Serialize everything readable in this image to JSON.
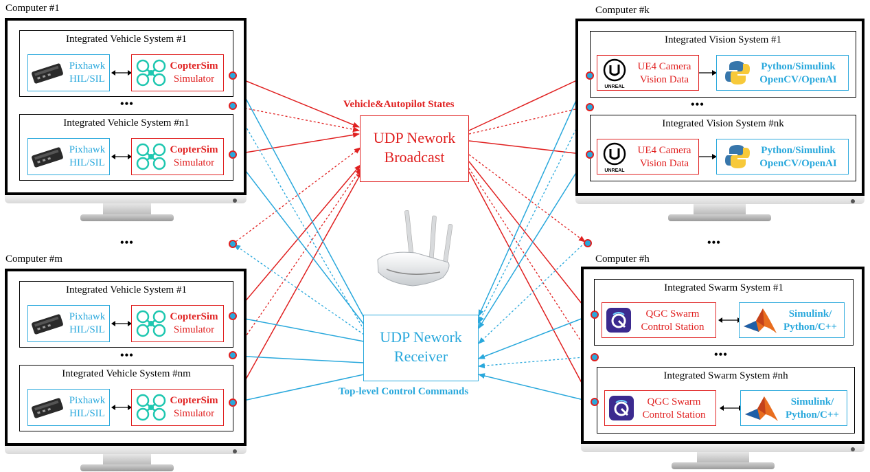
{
  "computers": {
    "c1": {
      "title": "Computer #1",
      "dots": "•••"
    },
    "cm": {
      "title": "Computer #m",
      "dots": "•••"
    },
    "ck": {
      "title": "Computer #k",
      "dots": "•••"
    },
    "ch": {
      "title": "Computer #h",
      "dots": "•••"
    }
  },
  "vehicle_systems": {
    "c1_s1": "Integrated Vehicle System #1",
    "c1_sn": "Integrated Vehicle System #n1",
    "cm_s1": "Integrated Vehicle System #1",
    "cm_sn": "Integrated Vehicle System #nm"
  },
  "vision_systems": {
    "s1": "Integrated Vision System #1",
    "sn": "Integrated Vision System #nk"
  },
  "swarm_systems": {
    "s1": "Integrated Swarm System #1",
    "sn": "Integrated Swarm System #nh"
  },
  "pixhawk": {
    "line1": "Pixhawk",
    "line2": "HIL/SIL"
  },
  "coptersim": {
    "line1": "CopterSim",
    "line2": "Simulator"
  },
  "ue4": {
    "line1": "UE4 Camera",
    "line2": "Vision  Data",
    "logo": "UNREAL"
  },
  "python": {
    "line1": "Python/Simulink",
    "line2": "OpenCV/OpenAI"
  },
  "qgc": {
    "line1": "QGC Swarm",
    "line2": "Control Station"
  },
  "simulink": {
    "line1": "Simulink/",
    "line2": "Python/C++"
  },
  "udp_broadcast": {
    "line1": "UDP Nework",
    "line2": "Broadcast"
  },
  "udp_receiver": {
    "line1": "UDP Nework",
    "line2": "Receiver"
  },
  "labels": {
    "vehicle_states": "Vehicle&Autopilot States",
    "control_commands": "Top-level Control Commands",
    "mid_left_dots": "•••",
    "mid_right_dots": "•••"
  },
  "colors": {
    "red": "#e02020",
    "blue": "#29a8dc"
  },
  "icons": [
    "pixhawk-board-icon",
    "quadcopter-icon",
    "unreal-logo-icon",
    "python-logo-icon",
    "qgc-logo-icon",
    "matlab-logo-icon",
    "router-icon"
  ]
}
